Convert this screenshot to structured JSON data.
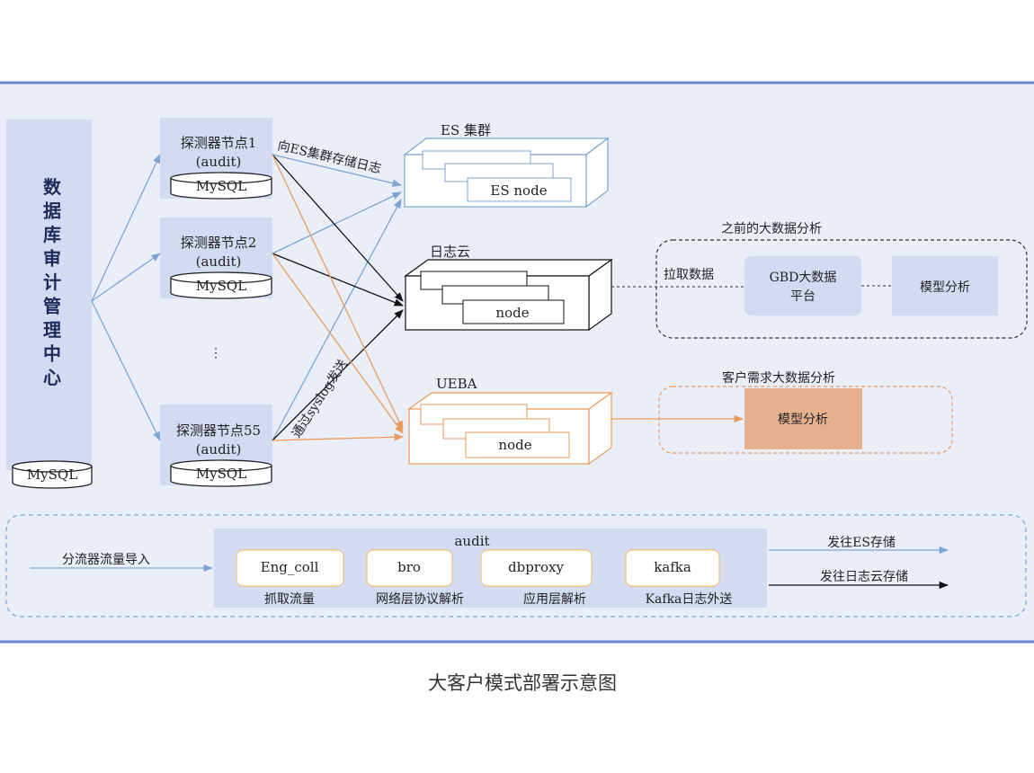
{
  "sidebar": {
    "title_chars": [
      "数",
      "据",
      "库",
      "审",
      "计",
      "管",
      "理",
      "中",
      "心"
    ],
    "db_label": "MySQL"
  },
  "probes": [
    {
      "name": "探测器节点1",
      "sub": "(audit)",
      "db": "MySQL"
    },
    {
      "name": "探测器节点2",
      "sub": "(audit)",
      "db": "MySQL"
    },
    {
      "name": "探测器节点55",
      "sub": "(audit)",
      "db": "MySQL"
    }
  ],
  "ellipsis": "⋮",
  "labels": {
    "to_es": "向ES集群存储日志",
    "syslog": "通过syslog发送",
    "pull_data": "拉取数据"
  },
  "clusters": {
    "es": {
      "title": "ES 集群",
      "node": "ES node"
    },
    "logcloud": {
      "title": "日志云",
      "node": "node"
    },
    "ueba": {
      "title": "UEBA",
      "node": "node"
    }
  },
  "analysis": {
    "previous": {
      "title": "之前的大数据分析",
      "gbd": [
        "GBD大数据",
        "平台"
      ],
      "model": "模型分析"
    },
    "customer": {
      "title": "客户需求大数据分析",
      "model": "模型分析"
    }
  },
  "pipeline": {
    "input": "分流器流量导入",
    "title": "audit",
    "modules": [
      {
        "name": "Eng_coll",
        "desc": "抓取流量"
      },
      {
        "name": "bro",
        "desc": "网络层协议解析"
      },
      {
        "name": "dbproxy",
        "desc": "应用层解析"
      },
      {
        "name": "kafka",
        "desc": "Kafka日志外送"
      }
    ],
    "out_es": "发往ES存储",
    "out_logcloud": "发往日志云存储"
  },
  "colors": {
    "background": "#eaeef9",
    "blue_arrow": "#7ea4d2",
    "orange": "#eb9a5c",
    "model_fill": "#e6b18f",
    "border_top": "#6d86d4"
  },
  "caption": "大客户模式部署示意图"
}
